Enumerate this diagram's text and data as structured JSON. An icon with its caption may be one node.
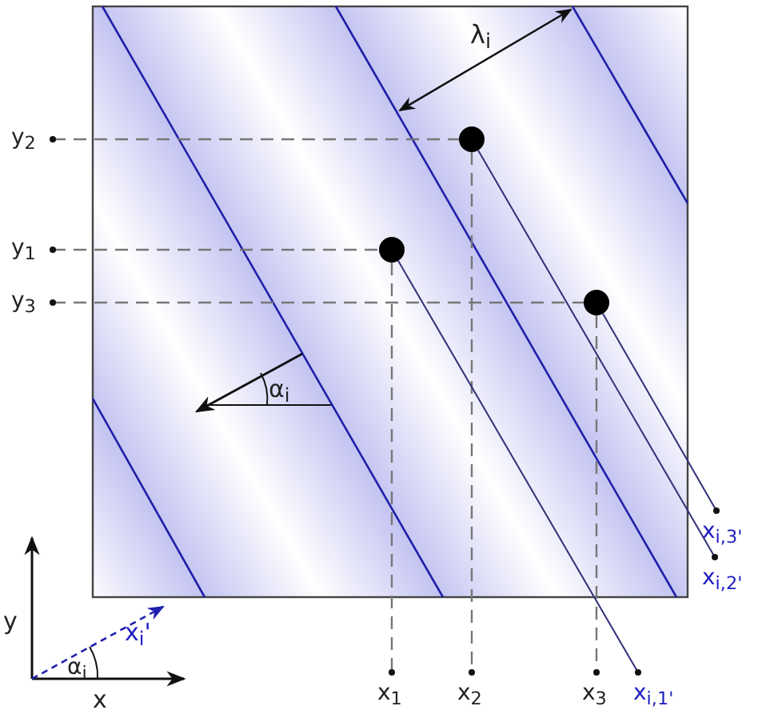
{
  "diagram": {
    "nodes": [
      {
        "text": [
          "y$_{2}$"
        ]
      },
      {
        "text": [],
        "shape": "circle"
      },
      {
        "text": [
          "y$_{1}$"
        ]
      },
      {
        "text": [],
        "shape": "circle"
      },
      {
        "text": [
          "y$_{3}$"
        ]
      },
      {
        "text": [],
        "shape": "circle"
      },
      {
        "text": [
          "x$_{i,3'}$"
        ]
      },
      {
        "text": [
          "x$_{i,2'}$"
        ]
      },
      {
        "text": [
          "x$_{1}$"
        ]
      },
      {
        "text": [
          "x$_{2}$"
        ]
      },
      {
        "text": [
          "x$_{3}$"
        ]
      },
      {
        "text": [
          "x$_{i,1'}$"
        ]
      }
    ],
    "edges": [
      {
        "from": 0,
        "to": 1,
        "arrow": "other",
        "style": "dashed"
      },
      {
        "from": 2,
        "to": 3,
        "arrow": "other",
        "style": "dashed"
      },
      {
        "from": 4,
        "to": 5,
        "arrow": "other",
        "style": "dashed"
      },
      {
        "from": 1,
        "to": 9,
        "arrow": "other",
        "style": "dashed"
      },
      {
        "from": 3,
        "to": 8,
        "arrow": "other",
        "style": "dashed"
      },
      {
        "from": 5,
        "to": 10,
        "arrow": "other",
        "style": "dashed"
      },
      {
        "from": 3,
        "to": 11,
        "arrow": "other",
        "color": "#303078"
      },
      {
        "from": 1,
        "to": 7,
        "arrow": "other",
        "color": "#303078"
      },
      {
        "from": 5,
        "to": 6,
        "arrow": "other",
        "color": "#303078"
      }
    ],
    "labels": [
      "λ$_{i}$",
      "α$_{i}$",
      "y",
      "x$_{i}$'",
      "α$_{i}$",
      "x"
    ]
  }
}
